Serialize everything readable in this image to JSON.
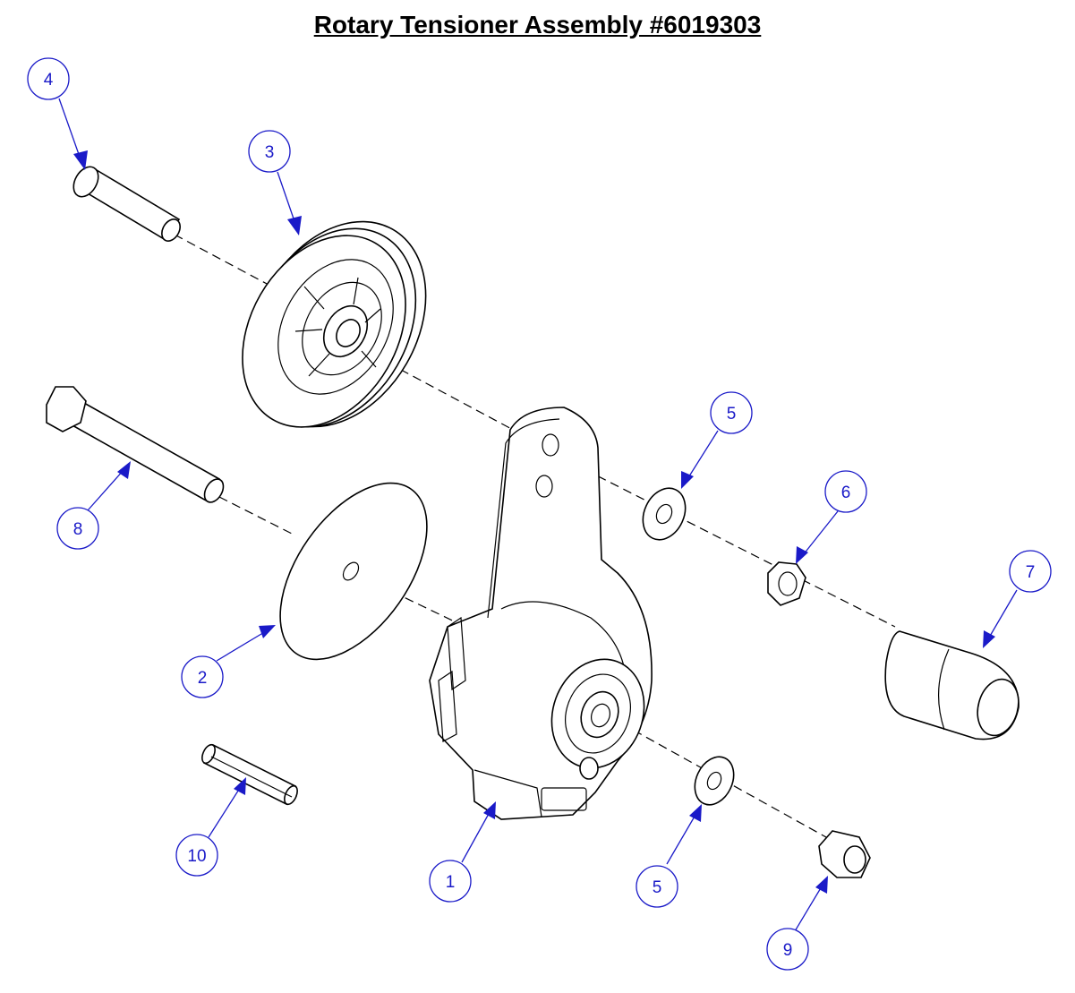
{
  "title": "Rotary Tensioner Assembly #6019303",
  "balloons": [
    {
      "id": "b4",
      "label": "4"
    },
    {
      "id": "b3",
      "label": "3"
    },
    {
      "id": "b5a",
      "label": "5"
    },
    {
      "id": "b6",
      "label": "6"
    },
    {
      "id": "b7",
      "label": "7"
    },
    {
      "id": "b8",
      "label": "8"
    },
    {
      "id": "b2",
      "label": "2"
    },
    {
      "id": "b10",
      "label": "10"
    },
    {
      "id": "b1",
      "label": "1"
    },
    {
      "id": "b5b",
      "label": "5"
    },
    {
      "id": "b9",
      "label": "9"
    }
  ],
  "colors": {
    "balloon": "#1a1ac8",
    "line": "#000000"
  }
}
